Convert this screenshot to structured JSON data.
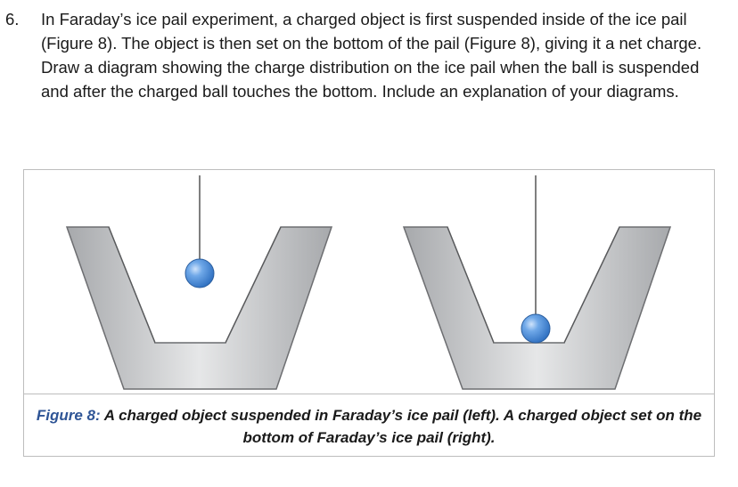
{
  "question": {
    "number": "6.",
    "text": "In Faraday’s ice pail experiment, a charged object is first suspended inside of the ice pail (Figure 8). The object is then set on the bottom of the pail (Figure 8), giving it a net charge. Draw a diagram showing the charge distribution on the ice pail when the ball is suspended and after the charged ball touches the bottom. Include an explanation of your diagrams."
  },
  "figure": {
    "caption_label": "Figure 8:",
    "caption_text": "A charged object suspended in Faraday’s ice pail (left). A charged object set on the bottom of Faraday’s ice pail (right).",
    "colors": {
      "pail": "#c7c8ca",
      "pail_edge": "#6d6e71",
      "ball": "#4a90d9",
      "string": "#7f7f7f",
      "caption_label": "#2f5596"
    }
  }
}
